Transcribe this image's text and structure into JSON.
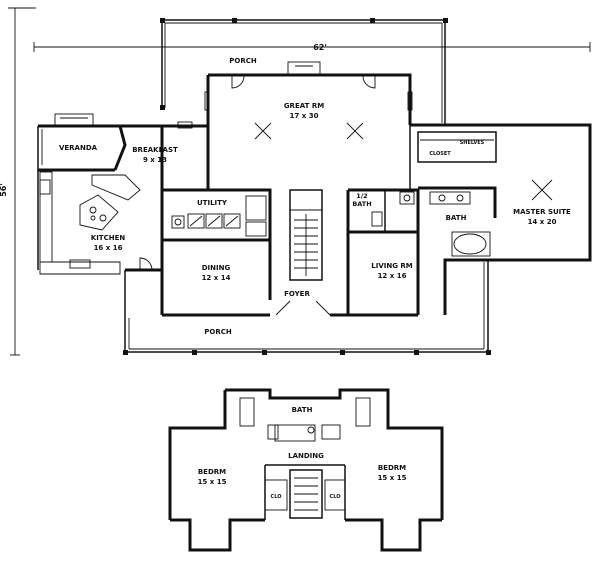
{
  "dimensions": {
    "width": "62'",
    "depth": "56'"
  },
  "first_floor": {
    "porch_rear": "PORCH",
    "porch_front": "PORCH",
    "great_rm": {
      "name": "GREAT RM",
      "size": "17 x 30"
    },
    "breakfast": {
      "name": "BREAKFAST",
      "size": "9 x 13"
    },
    "veranda": "VERANDA",
    "kitchen": {
      "name": "KITCHEN",
      "size": "16 x 16"
    },
    "utility": "UTILITY",
    "dining": {
      "name": "DINING",
      "size": "12 x 14"
    },
    "foyer": "FOYER",
    "living_rm": {
      "name": "LIVING RM",
      "size": "12 x 16"
    },
    "half_bath": {
      "line1": "1/2",
      "line2": "BATH"
    },
    "bath": "BATH",
    "master_suite": {
      "name": "MASTER SUITE",
      "size": "14 x 20"
    },
    "closet": "CLOSET",
    "shelves": "SHELVES"
  },
  "second_floor": {
    "bath": "BATH",
    "landing": "LANDING",
    "bedrm_left": {
      "name": "BEDRM",
      "size": "15 x 15"
    },
    "bedrm_right": {
      "name": "BEDRM",
      "size": "15 x 15"
    },
    "clo": "CLO"
  }
}
